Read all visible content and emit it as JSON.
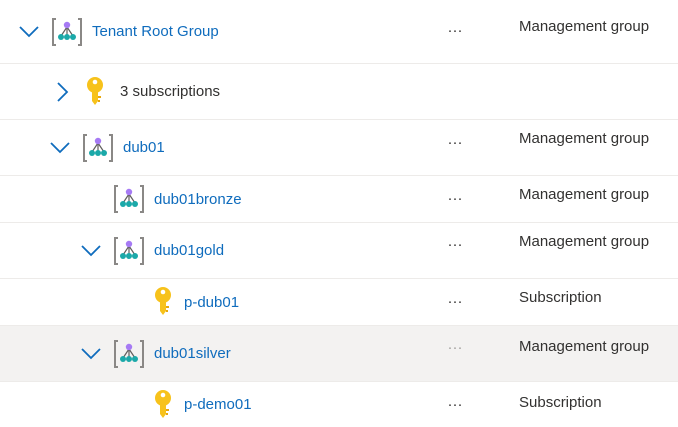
{
  "rows": [
    {
      "label": "Tenant Root Group",
      "type": "Management group",
      "kind": "management-group",
      "expanded": true,
      "link": true
    },
    {
      "label": "3 subscriptions",
      "type": "",
      "kind": "subscription",
      "expanded": false,
      "link": false
    },
    {
      "label": "dub01",
      "type": "Management group",
      "kind": "management-group",
      "expanded": true,
      "link": true
    },
    {
      "label": "dub01bronze",
      "type": "Management group",
      "kind": "management-group",
      "expanded": null,
      "link": true
    },
    {
      "label": "dub01gold",
      "type": "Management group",
      "kind": "management-group",
      "expanded": true,
      "link": true
    },
    {
      "label": "p-dub01",
      "type": "Subscription",
      "kind": "subscription",
      "expanded": null,
      "link": true
    },
    {
      "label": "dub01silver",
      "type": "Management group",
      "kind": "management-group",
      "expanded": true,
      "link": true,
      "selected": true
    },
    {
      "label": "p-demo01",
      "type": "Subscription",
      "kind": "subscription",
      "expanded": null,
      "link": true
    }
  ],
  "more_label": "···",
  "colors": {
    "link": "#0f6cbd",
    "chevron": "#0f6cbd",
    "selected_row": "#f3f2f1",
    "key_gold": "#f7c21b"
  },
  "icons": {
    "management-group": "management-group-icon",
    "subscription": "key-icon"
  }
}
